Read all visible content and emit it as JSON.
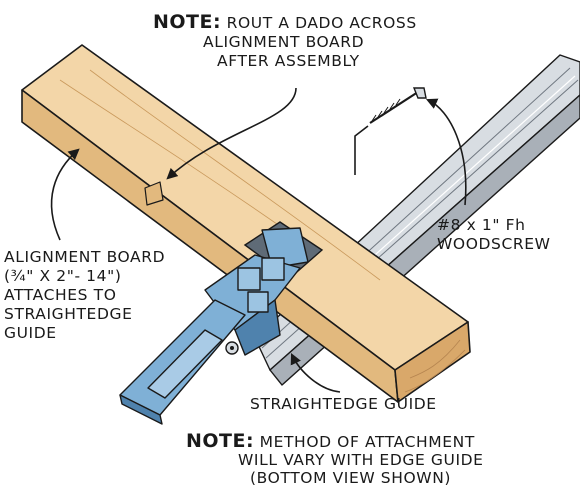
{
  "note_top": {
    "heading": "NOTE:",
    "line1": "ROUT A DADO ACROSS",
    "line2": "ALIGNMENT BOARD",
    "line3": "AFTER ASSEMBLY"
  },
  "alignment_board": {
    "line1": "ALIGNMENT BOARD",
    "line2": "(¾\" x 2\"- 14\")",
    "line3": "ATTACHES TO",
    "line4": "STRAIGHTEDGE",
    "line5": "GUIDE"
  },
  "woodscrew": {
    "line1": "#8 x 1\" Fh",
    "line2": "WOODSCREW"
  },
  "straightedge": {
    "label": "STRAIGHTEDGE GUIDE"
  },
  "note_bottom": {
    "heading": "NOTE:",
    "line1": "METHOD OF ATTACHMENT",
    "line2": "WILL VARY WITH EDGE GUIDE",
    "line3": "(BOTTOM VIEW SHOWN)"
  },
  "colors": {
    "wood_top": "#f3d6a8",
    "wood_side": "#e2b97e",
    "wood_end": "#d9a86a",
    "rail": "#d8dde2",
    "rail_dark": "#a9b0b8",
    "clamp": "#7fb0d6",
    "clamp_dark": "#4f82ad",
    "ink": "#1a1a1a"
  }
}
